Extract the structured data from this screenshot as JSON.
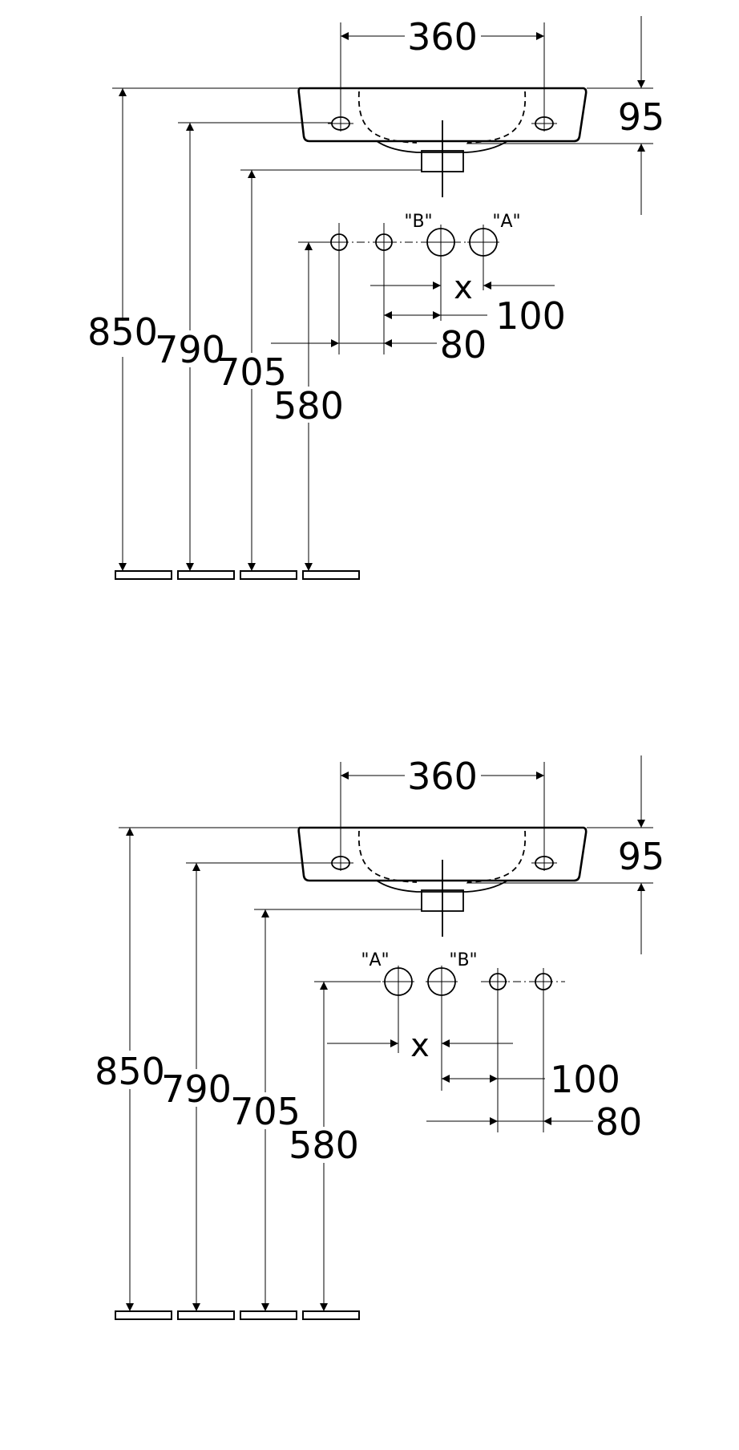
{
  "views": [
    {
      "id": "top",
      "dimensions": {
        "width": "360",
        "depth": "95",
        "h1": "850",
        "h2": "790",
        "h3": "705",
        "h4": "580",
        "spacing_a": "100",
        "spacing_b": "80",
        "variable": "x"
      },
      "inlet_labels": {
        "a": "\"A\"",
        "b": "\"B\""
      }
    },
    {
      "id": "bottom",
      "dimensions": {
        "width": "360",
        "depth": "95",
        "h1": "850",
        "h2": "790",
        "h3": "705",
        "h4": "580",
        "spacing_a": "100",
        "spacing_b": "80",
        "variable": "x"
      },
      "inlet_labels": {
        "a": "\"A\"",
        "b": "\"B\""
      }
    }
  ]
}
